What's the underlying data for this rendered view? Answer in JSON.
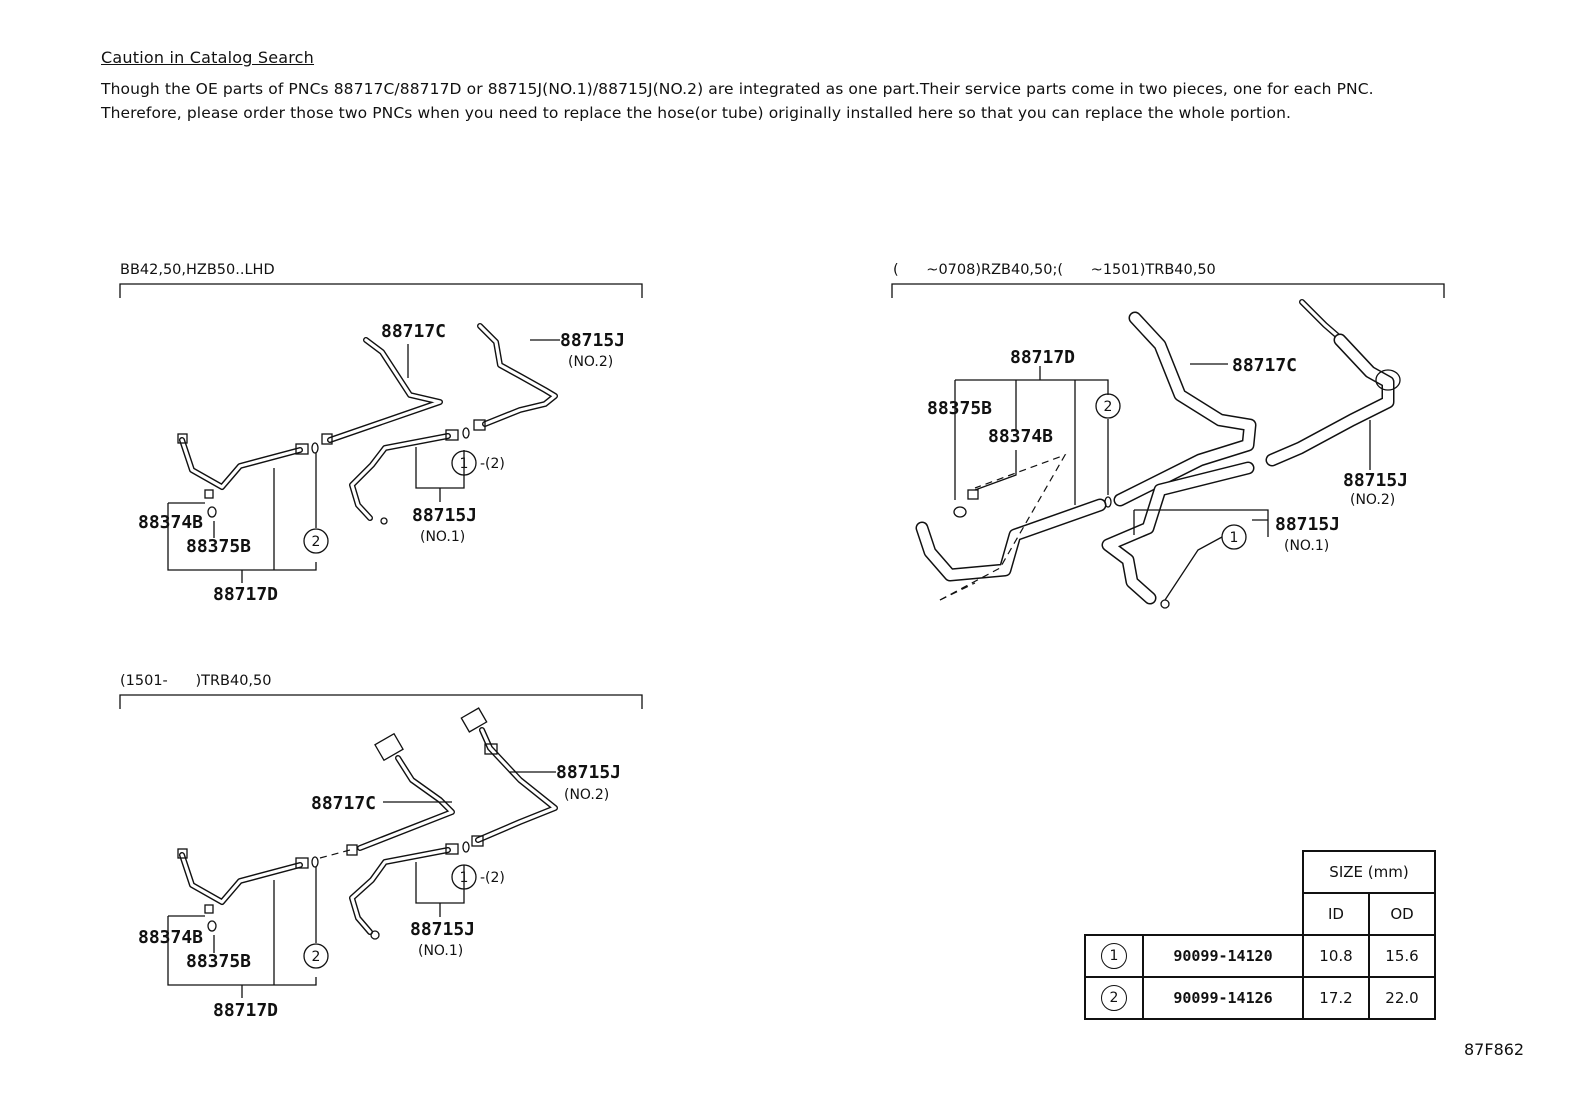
{
  "caution": {
    "title": "Caution in Catalog Search",
    "line1": "Though the OE parts of PNCs 88717C/88717D or 88715J(NO.1)/88715J(NO.2) are integrated as one part.Their service parts come in two pieces, one for each PNC.",
    "line2": "Therefore, please order those two PNCs when you need to replace the hose(or tube) originally installed here so that you can replace the whole portion."
  },
  "sections": {
    "top_left": {
      "label": "BB42,50,HZB50..LHD",
      "parts": {
        "p88717C": "88717C",
        "p88715J_2": "88715J",
        "no2": "(NO.2)",
        "p88374B": "88374B",
        "p88375B": "88375B",
        "p88715J_1": "88715J",
        "no1": "(NO.1)",
        "p88717D": "88717D",
        "c1": "1",
        "c1_suffix": "-(2)",
        "c2": "2"
      }
    },
    "top_right": {
      "label": "(      ~0708)RZB40,50;(      ~1501)TRB40,50",
      "parts": {
        "p88717D": "88717D",
        "p88375B": "88375B",
        "p88374B": "88374B",
        "p88717C": "88717C",
        "p88715J_2": "88715J",
        "no2": "(NO.2)",
        "p88715J_1": "88715J",
        "no1": "(NO.1)",
        "c1": "1",
        "c2": "2"
      }
    },
    "bottom_left": {
      "label": "(1501-      )TRB40,50",
      "parts": {
        "p88717C": "88717C",
        "p88715J_2": "88715J",
        "no2": "(NO.2)",
        "p88374B": "88374B",
        "p88375B": "88375B",
        "p88715J_1": "88715J",
        "no1": "(NO.1)",
        "p88717D": "88717D",
        "c1": "1",
        "c1_suffix": "-(2)",
        "c2": "2"
      }
    }
  },
  "size_table": {
    "header": "SIZE (mm)",
    "col_id": "ID",
    "col_od": "OD",
    "rows": [
      {
        "mark": "1",
        "part": "90099-14120",
        "id": "10.8",
        "od": "15.6"
      },
      {
        "mark": "2",
        "part": "90099-14126",
        "id": "17.2",
        "od": "22.0"
      }
    ]
  },
  "footer_code": "87F862"
}
